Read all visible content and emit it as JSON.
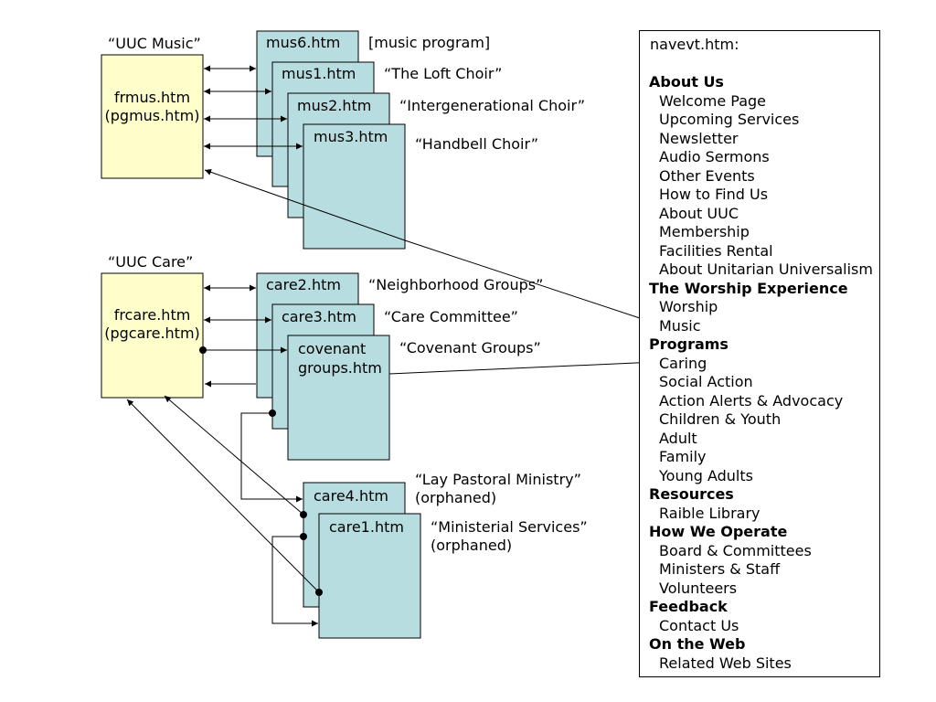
{
  "music": {
    "caption": "“UUC Music”",
    "frame_line1": "frmus.htm",
    "frame_line2": "(pgmus.htm)",
    "pages": [
      {
        "file": "mus6.htm",
        "title": "[music program]"
      },
      {
        "file": "mus1.htm",
        "title": "“The Loft Choir”"
      },
      {
        "file": "mus2.htm",
        "title": "“Intergenerational Choir”"
      },
      {
        "file": "mus3.htm",
        "title": "“Handbell Choir”"
      }
    ]
  },
  "care": {
    "caption": "“UUC Care”",
    "frame_line1": "frcare.htm",
    "frame_line2": "(pgcare.htm)",
    "pages": [
      {
        "file": "care2.htm",
        "title": "“Neighborhood Groups”"
      },
      {
        "file": "care3.htm",
        "title": "“Care Committee”"
      },
      {
        "file_line1": "covenant",
        "file_line2": "groups.htm",
        "title": "“Covenant Groups”"
      }
    ],
    "orphans": [
      {
        "file": "care4.htm",
        "title": "“Lay Pastoral Ministry”",
        "note": "(orphaned)"
      },
      {
        "file": "care1.htm",
        "title": "“Ministerial Services”",
        "note": "(orphaned)"
      }
    ]
  },
  "nav": {
    "title": "navevt.htm:",
    "items": [
      {
        "label": "About Us",
        "section": true
      },
      {
        "label": "Welcome Page",
        "section": false
      },
      {
        "label": "Upcoming Services",
        "section": false
      },
      {
        "label": "Newsletter",
        "section": false
      },
      {
        "label": "Audio Sermons",
        "section": false
      },
      {
        "label": "Other Events",
        "section": false
      },
      {
        "label": "How to Find Us",
        "section": false
      },
      {
        "label": "About UUC",
        "section": false
      },
      {
        "label": "Membership",
        "section": false
      },
      {
        "label": "Facilities Rental",
        "section": false
      },
      {
        "label": "About Unitarian Universalism",
        "section": false
      },
      {
        "label": "The Worship Experience",
        "section": true
      },
      {
        "label": "Worship",
        "section": false
      },
      {
        "label": "Music",
        "section": false
      },
      {
        "label": "Programs",
        "section": true
      },
      {
        "label": "Caring",
        "section": false
      },
      {
        "label": "Social Action",
        "section": false
      },
      {
        "label": "Action Alerts & Advocacy",
        "section": false
      },
      {
        "label": "Children & Youth",
        "section": false
      },
      {
        "label": "Adult",
        "section": false
      },
      {
        "label": "Family",
        "section": false
      },
      {
        "label": "Young Adults",
        "section": false
      },
      {
        "label": "Resources",
        "section": true
      },
      {
        "label": "Raible Library",
        "section": false
      },
      {
        "label": "How We Operate",
        "section": true
      },
      {
        "label": "Board & Committees",
        "section": false
      },
      {
        "label": "Ministers & Staff",
        "section": false
      },
      {
        "label": "Volunteers",
        "section": false
      },
      {
        "label": "Feedback",
        "section": true
      },
      {
        "label": "Contact Us",
        "section": false
      },
      {
        "label": "On the Web",
        "section": true
      },
      {
        "label": "Related Web Sites",
        "section": false
      }
    ]
  },
  "colors": {
    "frame_fill": "#ffffcc",
    "page_fill": "#b7dde0",
    "stroke": "#000000"
  }
}
